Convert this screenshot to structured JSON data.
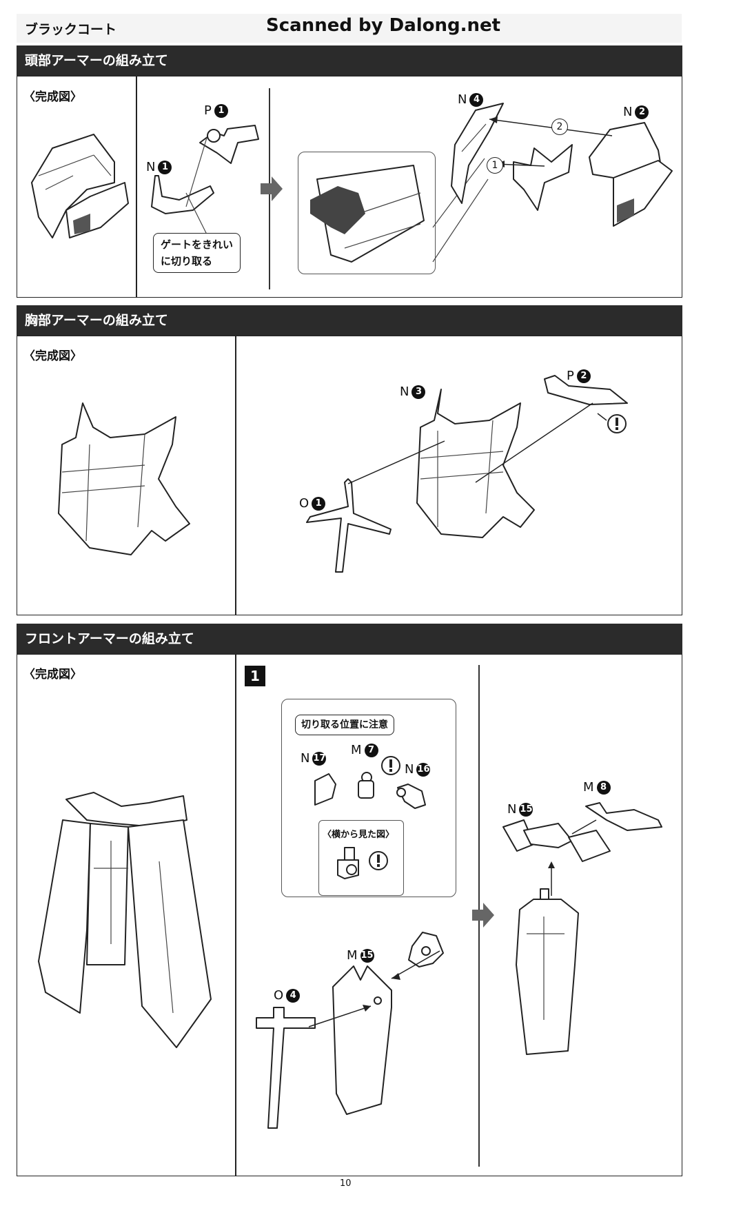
{
  "header": {
    "book_title": "ブラックコート",
    "scan_credit": "Scanned by Dalong.net"
  },
  "sections": {
    "head": {
      "title": "頭部アーマーの組み立て",
      "complete_label": "〈完成図〉",
      "callout": [
        "ゲートをきれい",
        "に切り取る"
      ],
      "step_number_1": "1",
      "step_number_2": "2",
      "parts": {
        "p1": {
          "letter": "P",
          "num": "1"
        },
        "n1": {
          "letter": "N",
          "num": "1"
        },
        "n4": {
          "letter": "N",
          "num": "4"
        },
        "n2": {
          "letter": "N",
          "num": "2"
        }
      }
    },
    "chest": {
      "title": "胸部アーマーの組み立て",
      "complete_label": "〈完成図〉",
      "parts": {
        "n3": {
          "letter": "N",
          "num": "3"
        },
        "p2": {
          "letter": "P",
          "num": "2"
        },
        "o1": {
          "letter": "O",
          "num": "1"
        }
      }
    },
    "front": {
      "title": "フロントアーマーの組み立て",
      "complete_label": "〈完成図〉",
      "step": "1",
      "cut_callout": "切り取る位置に注意",
      "side_view_label": "〈横から見た図〉",
      "parts": {
        "n17": {
          "letter": "N",
          "num": "17"
        },
        "m7": {
          "letter": "M",
          "num": "7"
        },
        "n16": {
          "letter": "N",
          "num": "16"
        },
        "m15": {
          "letter": "M",
          "num": "15"
        },
        "o4": {
          "letter": "O",
          "num": "4"
        },
        "m8": {
          "letter": "M",
          "num": "8"
        },
        "n15": {
          "letter": "N",
          "num": "15"
        }
      }
    }
  },
  "footer": {
    "page_number": "10"
  },
  "icons": [
    "arrow-right-icon",
    "caution-icon"
  ]
}
